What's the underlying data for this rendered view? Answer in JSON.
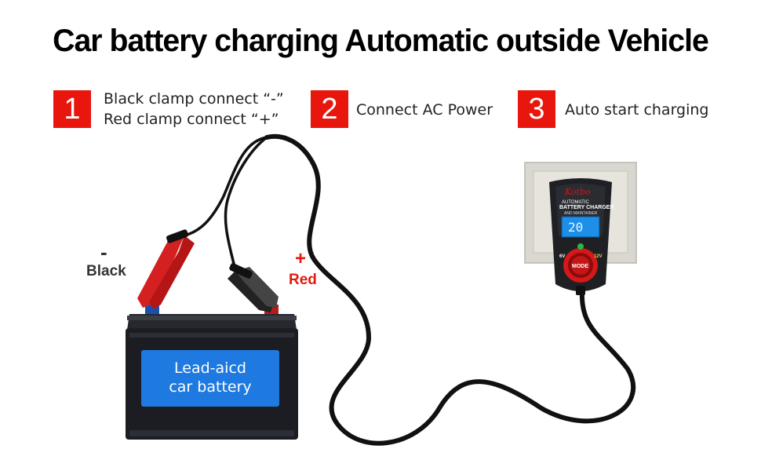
{
  "title": "Car battery charging Automatic outside Vehicle",
  "steps": [
    {
      "number": "1",
      "line1": "Black clamp connect “-”",
      "line2": "Red clamp connect  “+”"
    },
    {
      "number": "2",
      "text": "Connect AC Power"
    },
    {
      "number": "3",
      "text": "Auto start charging"
    }
  ],
  "terminals": {
    "black_sign": "-",
    "black_label": "Black",
    "red_sign": "+",
    "red_label": "Red"
  },
  "battery": {
    "line1": "Lead-aicd",
    "line2": "car battery"
  },
  "charger": {
    "brand": "Kotbo",
    "model": "AUTOMATIC",
    "title": "BATTERY CHARGER",
    "subtitle": "AND MAINTAINER",
    "display": "20",
    "mode_label": "MODE",
    "voltage_6": "6V",
    "voltage_12": "12V"
  },
  "colors": {
    "step_red": "#e8160c",
    "battery_label_blue": "#1e7ae0",
    "battery_body": "#1b1d22",
    "charger_red": "#d61818",
    "display_blue": "#1d8fe8",
    "red_text": "#e21a0d"
  }
}
